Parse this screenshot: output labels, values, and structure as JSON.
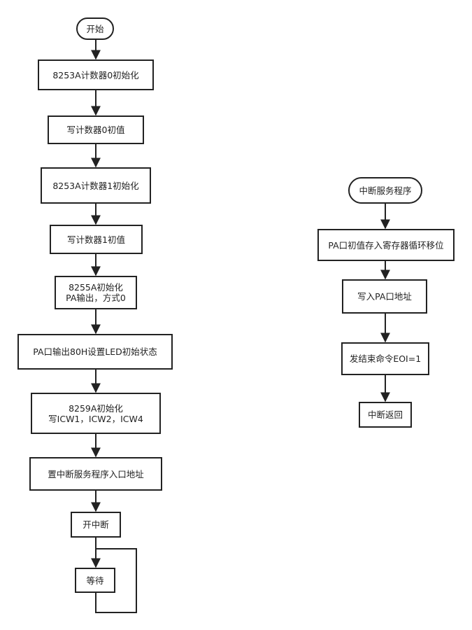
{
  "colors": {
    "stroke": "#222222",
    "background": "#ffffff",
    "text": "#222222"
  },
  "main_flow": {
    "start": "开始",
    "init_counter0": "8253A计数器0初始化",
    "write_counter0": "写计数器0初值",
    "init_counter1": "8253A计数器1初始化",
    "write_counter1": "写计数器1初值",
    "init_8255a": {
      "line1": "8255A初始化",
      "line2": "PA输出，方式0"
    },
    "pa_output_led": "PA口输出80H设置LED初始状态",
    "init_8259a": {
      "line1": "8259A初始化",
      "line2": "写ICW1，ICW2，ICW4"
    },
    "set_isr_entry": "置中断服务程序入口地址",
    "enable_interrupt": "开中断",
    "wait": "等待"
  },
  "isr_flow": {
    "start": "中断服务程序",
    "save_pa_value": "PA口初值存入寄存器循环移位",
    "write_pa_address": "写入PA口地址",
    "send_eoi": "发结束命令EOI=1",
    "return": "中断返回"
  }
}
